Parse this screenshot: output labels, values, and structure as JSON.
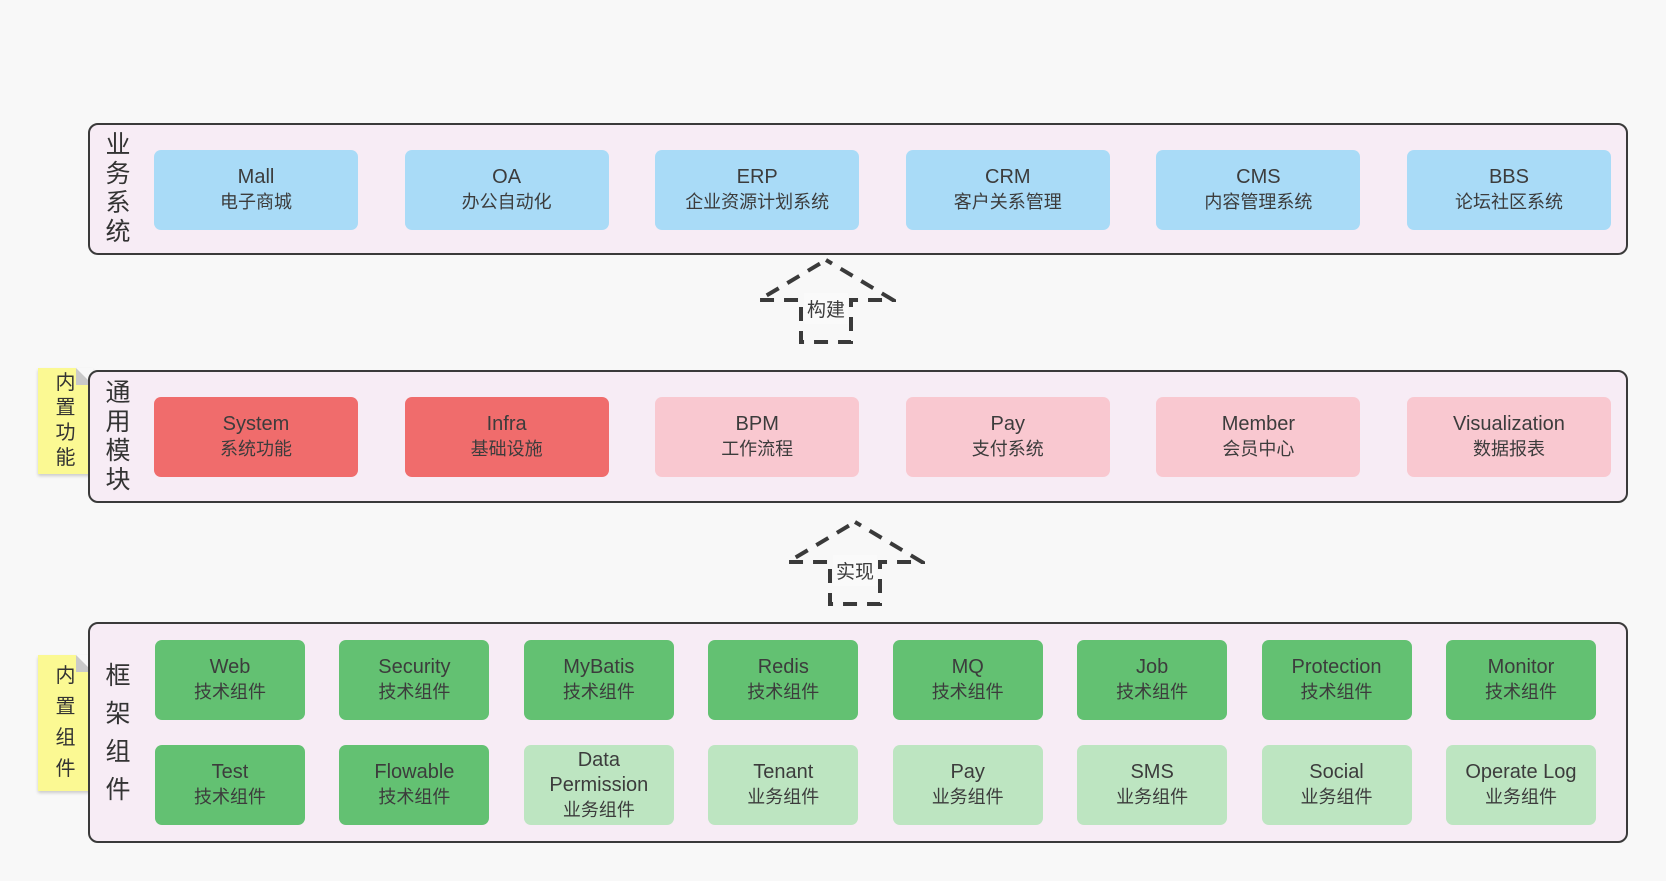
{
  "diagram": {
    "arrows": [
      {
        "label": "构建"
      },
      {
        "label": "实现"
      }
    ],
    "bands": [
      {
        "id": "business",
        "label": "业务系统",
        "sticky": "",
        "rows": [
          [
            {
              "title": "Mall",
              "subtitle": "电子商城",
              "variant": "blue"
            },
            {
              "title": "OA",
              "subtitle": "办公自动化",
              "variant": "blue"
            },
            {
              "title": "ERP",
              "subtitle": "企业资源计划系统",
              "variant": "blue"
            },
            {
              "title": "CRM",
              "subtitle": "客户关系管理",
              "variant": "blue"
            },
            {
              "title": "CMS",
              "subtitle": "内容管理系统",
              "variant": "blue"
            },
            {
              "title": "BBS",
              "subtitle": "论坛社区系统",
              "variant": "blue"
            }
          ]
        ]
      },
      {
        "id": "modules",
        "label": "通用模块",
        "sticky": "内置功能",
        "rows": [
          [
            {
              "title": "System",
              "subtitle": "系统功能",
              "variant": "red"
            },
            {
              "title": "Infra",
              "subtitle": "基础设施",
              "variant": "red"
            },
            {
              "title": "BPM",
              "subtitle": "工作流程",
              "variant": "pink"
            },
            {
              "title": "Pay",
              "subtitle": "支付系统",
              "variant": "pink"
            },
            {
              "title": "Member",
              "subtitle": "会员中心",
              "variant": "pink"
            },
            {
              "title": "Visualization",
              "subtitle": "数据报表",
              "variant": "pink"
            }
          ]
        ]
      },
      {
        "id": "components",
        "label": "框架组件",
        "sticky": "内置组件",
        "rows": [
          [
            {
              "title": "Web",
              "subtitle": "技术组件",
              "variant": "green"
            },
            {
              "title": "Security",
              "subtitle": "技术组件",
              "variant": "green"
            },
            {
              "title": "MyBatis",
              "subtitle": "技术组件",
              "variant": "green"
            },
            {
              "title": "Redis",
              "subtitle": "技术组件",
              "variant": "green"
            },
            {
              "title": "MQ",
              "subtitle": "技术组件",
              "variant": "green"
            },
            {
              "title": "Job",
              "subtitle": "技术组件",
              "variant": "green"
            },
            {
              "title": "Protection",
              "subtitle": "技术组件",
              "variant": "green"
            },
            {
              "title": "Monitor",
              "subtitle": "技术组件",
              "variant": "green"
            }
          ],
          [
            {
              "title": "Test",
              "subtitle": "技术组件",
              "variant": "green"
            },
            {
              "title": "Flowable",
              "subtitle": "技术组件",
              "variant": "green"
            },
            {
              "title": "Data Permission",
              "subtitle": "业务组件",
              "variant": "lightgreen"
            },
            {
              "title": "Tenant",
              "subtitle": "业务组件",
              "variant": "lightgreen"
            },
            {
              "title": "Pay",
              "subtitle": "业务组件",
              "variant": "lightgreen"
            },
            {
              "title": "SMS",
              "subtitle": "业务组件",
              "variant": "lightgreen"
            },
            {
              "title": "Social",
              "subtitle": "业务组件",
              "variant": "lightgreen"
            },
            {
              "title": "Operate Log",
              "subtitle": "业务组件",
              "variant": "lightgreen"
            }
          ]
        ]
      }
    ],
    "colors": {
      "page_background": "#f8f8f8",
      "band_background": "#f7ecf5",
      "band_border": "#3a3a3a",
      "blue": "#a9dbf7",
      "red": "#f06c6c",
      "pink": "#f9c8d0",
      "green": "#63c172",
      "lightgreen": "#bde5c1",
      "sticky_yellow": "#fbf993",
      "sticky_fold": "#c9c9c9",
      "text": "#3c3c3c"
    }
  }
}
